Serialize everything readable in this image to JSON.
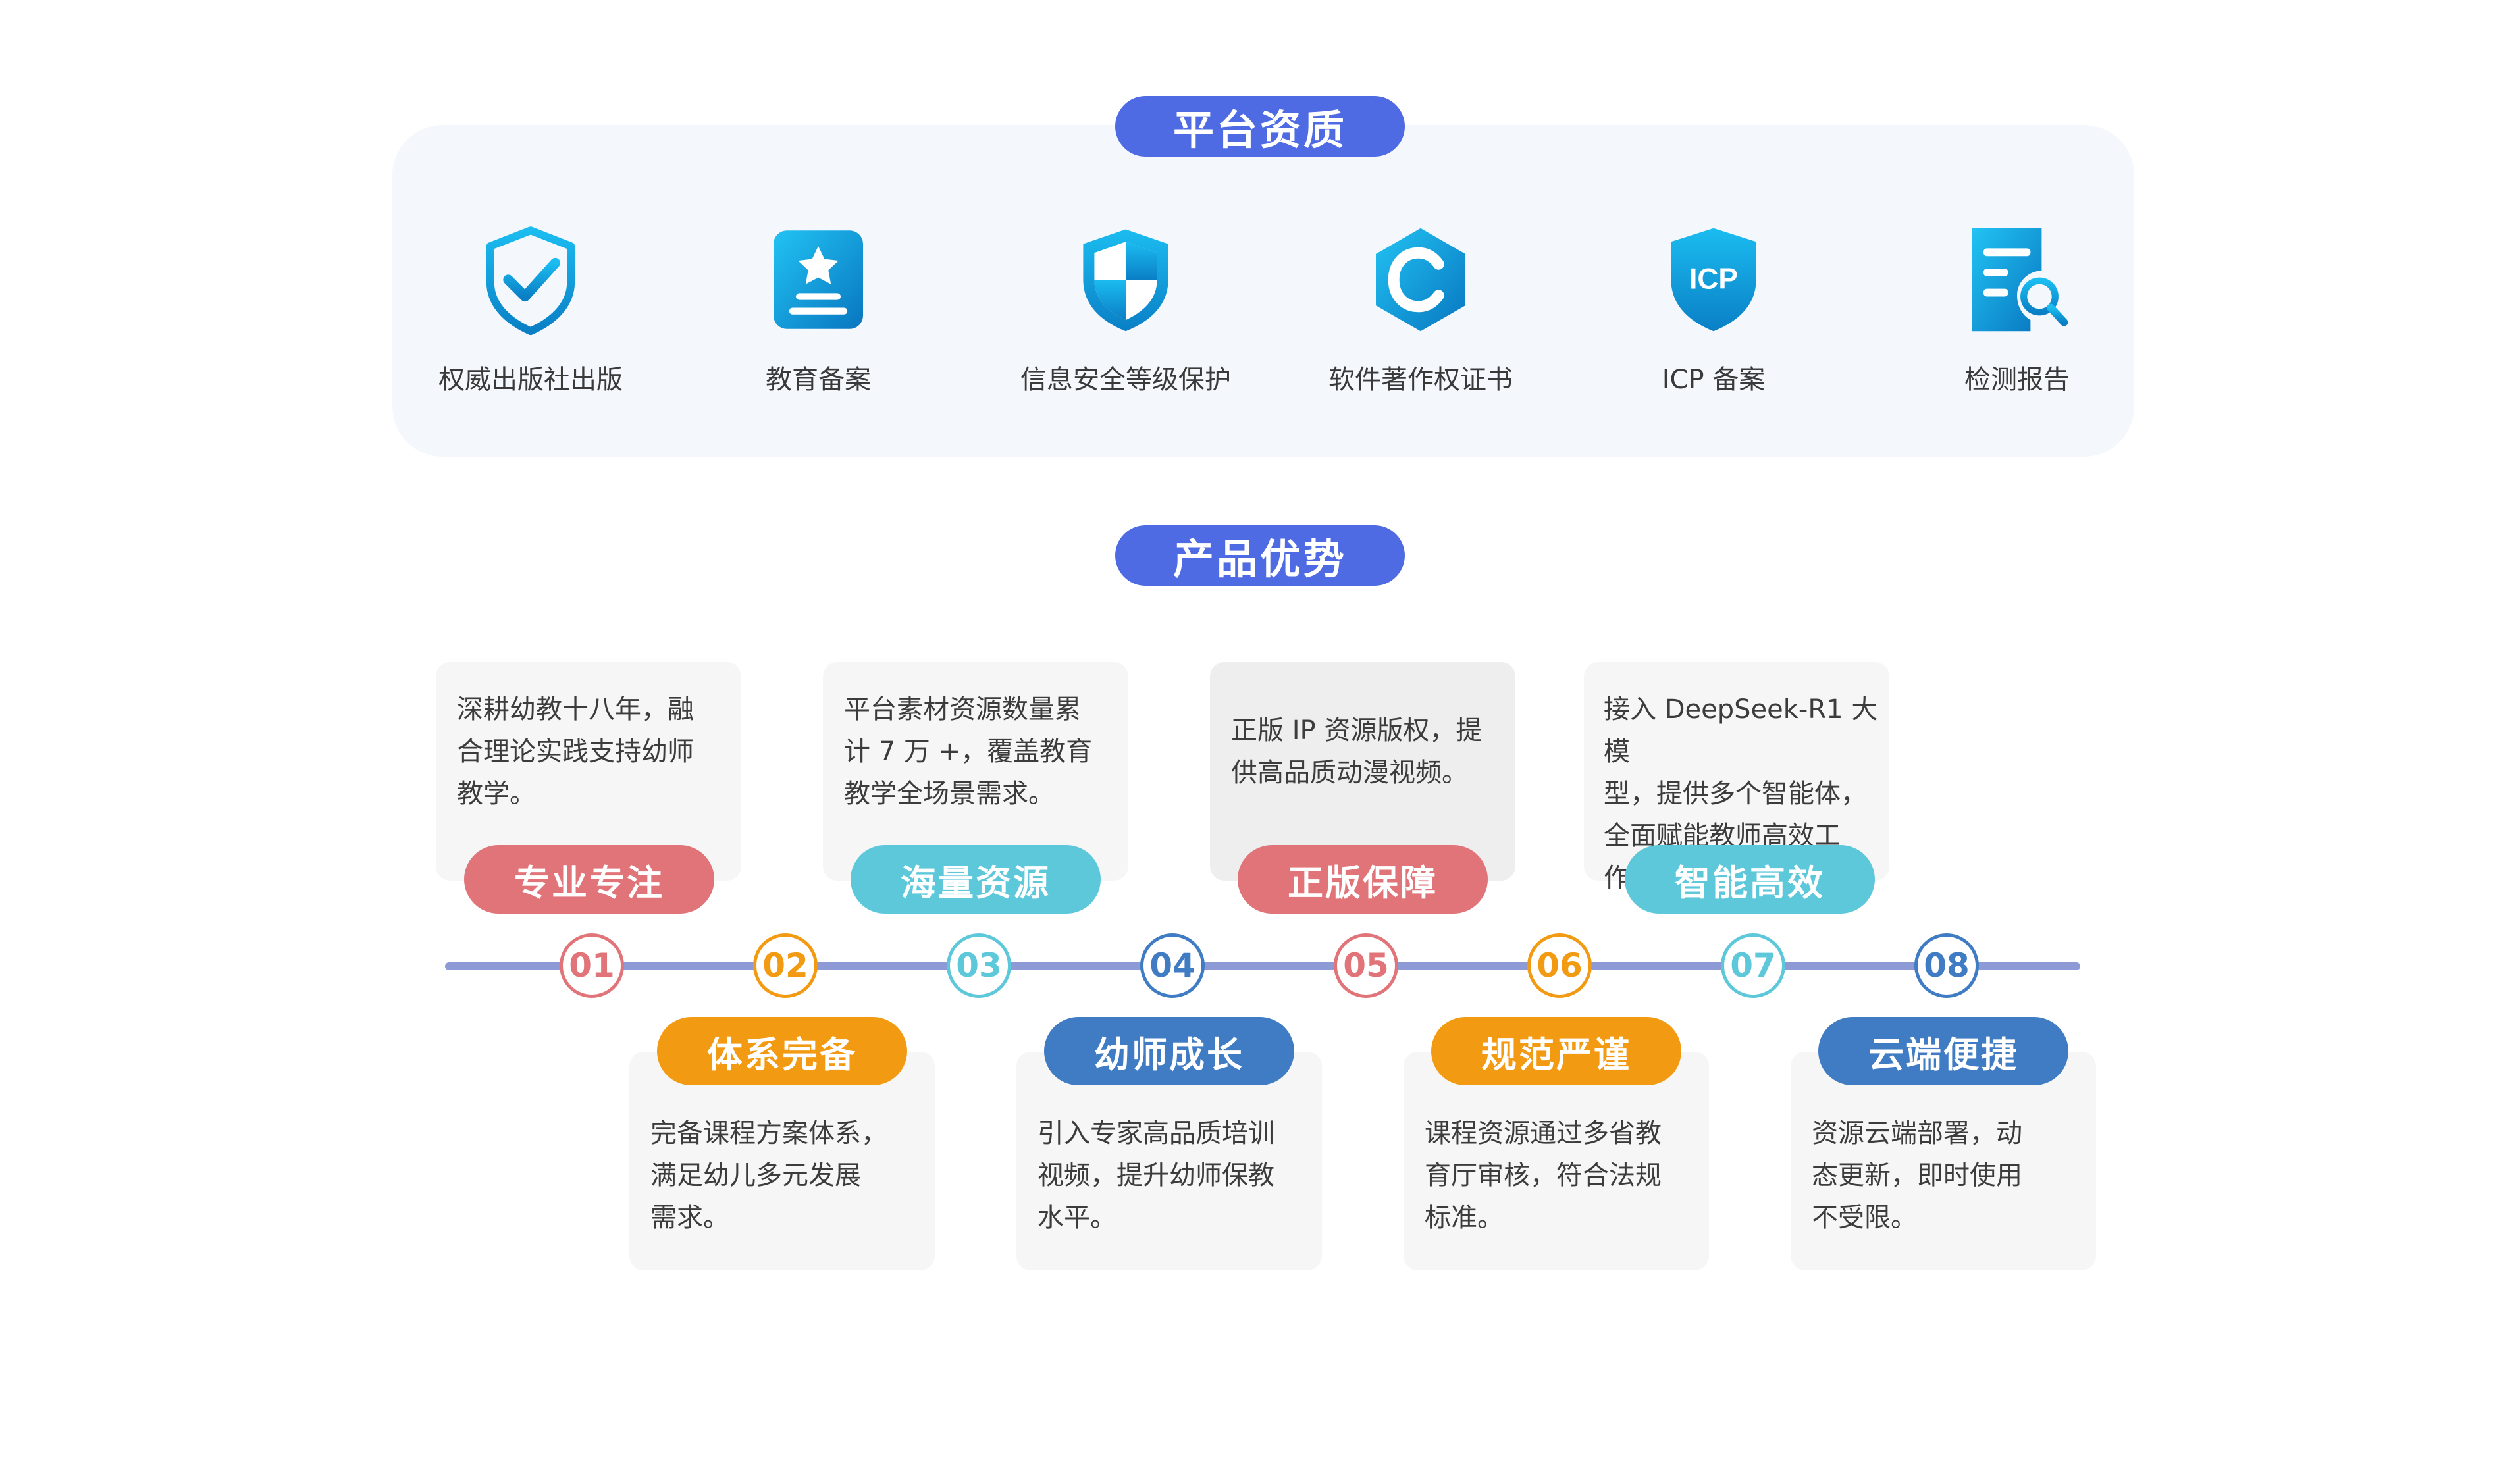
{
  "sections": {
    "qualifications_title": "平台资质",
    "advantages_title": "产品优势"
  },
  "qualifications": [
    {
      "label": "权威出版社出版",
      "icon": "shield-check-icon"
    },
    {
      "label": "教育备案",
      "icon": "award-badge-icon"
    },
    {
      "label": "信息安全等级保护",
      "icon": "security-shield-icon"
    },
    {
      "label": "软件著作权证书",
      "icon": "copyright-hexagon-icon"
    },
    {
      "label": "ICP 备案",
      "icon": "icp-shield-icon",
      "icon_text": "ICP"
    },
    {
      "label": "检测报告",
      "icon": "report-search-icon"
    }
  ],
  "advantages": [
    {
      "num": "01",
      "title": "专业专注",
      "desc": [
        "深耕幼教十八年，融",
        "合理论实践支持幼师",
        "教学。"
      ],
      "color": "#e07479"
    },
    {
      "num": "02",
      "title": "体系完备",
      "desc": [
        "完备课程方案体系，",
        "满足幼儿多元发展",
        "需求。"
      ],
      "color": "#f29a12"
    },
    {
      "num": "03",
      "title": "海量资源",
      "desc": [
        "平台素材资源数量累",
        "计 7 万 +，覆盖教育",
        "教学全场景需求。"
      ],
      "color": "#5ec8db"
    },
    {
      "num": "04",
      "title": "幼师成长",
      "desc": [
        "引入专家高品质培训",
        "视频，提升幼师保教",
        "水平。"
      ],
      "color": "#3f7cc3"
    },
    {
      "num": "05",
      "title": "正版保障",
      "desc": [
        "正版 IP 资源版权，提",
        "供高品质动漫视频。"
      ],
      "color": "#e07479"
    },
    {
      "num": "06",
      "title": "规范严谨",
      "desc": [
        "课程资源通过多省教",
        "育厅审核，符合法规",
        "标准。"
      ],
      "color": "#f29a12"
    },
    {
      "num": "07",
      "title": "智能高效",
      "desc": [
        "接入 DeepSeek-R1 大模",
        "型，提供多个智能体，",
        "全面赋能教师高效工作。"
      ],
      "color": "#5ec8db"
    },
    {
      "num": "08",
      "title": "云端便捷",
      "desc": [
        "资源云端部署，动",
        "态更新，即时使用",
        "不受限。"
      ],
      "color": "#3f7cc3"
    }
  ],
  "colors": {
    "title_pill": "#4f6be3",
    "panel_bg": "#f4f8fd",
    "timeline": "#8e9ad6",
    "icon_blue_light": "#19b8ee",
    "icon_blue_dark": "#0a82c8"
  }
}
